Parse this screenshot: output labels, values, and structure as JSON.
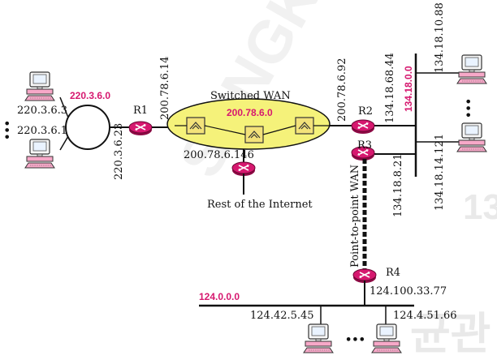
{
  "watermark": {
    "text": "SUNGKYUNKWAN",
    "korean": "균관",
    "number": "13"
  },
  "networks": {
    "lan_left": "220.3.6.0",
    "wan": "200.78.6.0",
    "lan_right": "134.18.0.0",
    "lan_bottom": "124.0.0.0"
  },
  "wan_label": "Switched WAN",
  "p2p_label": "Point-to-point WAN",
  "internet_label": "Rest of the Internet",
  "routers": {
    "r1": "R1",
    "r2": "R2",
    "r3": "R3",
    "r4": "R4"
  },
  "addresses": {
    "lan_left_host1": "220.3.6.3",
    "lan_left_host2": "220.3.6.1",
    "r1_lan": "220.3.6.23",
    "r1_wan": "200.78.6.14",
    "r2_wan": "200.78.6.92",
    "r2_lan": "134.18.68.44",
    "r3_lan": "134.18.8.21",
    "r_internet": "200.78.6.146",
    "right_host_top": "134.18.10.88",
    "right_host_bottom": "134.18.14.121",
    "r4_lan": "124.100.33.77",
    "bottom_host_left": "124.42.5.45",
    "bottom_host_right": "124.4.51.66"
  },
  "ellipsis": "•••",
  "colors": {
    "router": "#d6186f",
    "wan_fill": "#f5f27a",
    "switch_fill": "#f3e27a",
    "network_label": "#d6186f"
  }
}
